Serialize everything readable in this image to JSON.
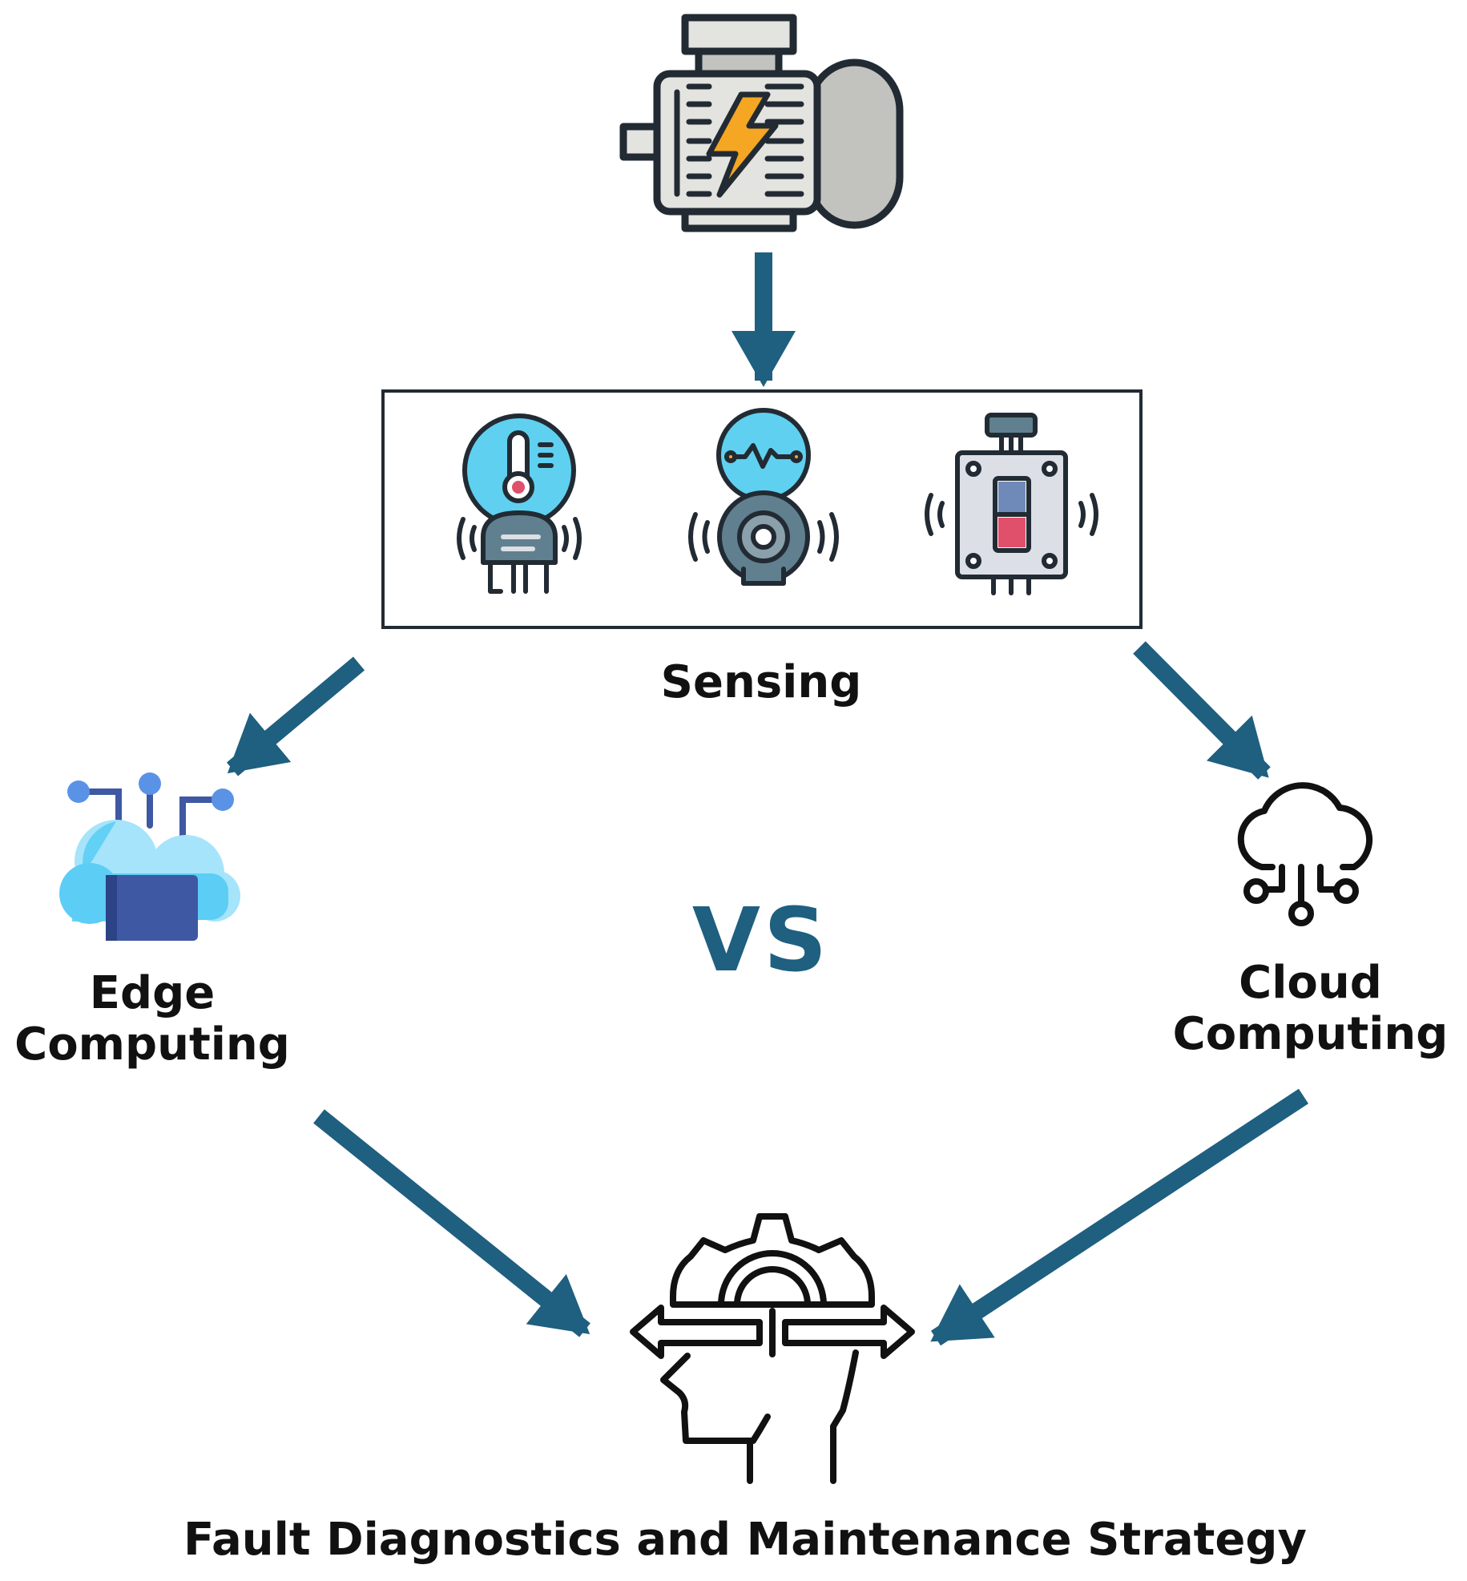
{
  "diagram": {
    "nodes": {
      "motor": {
        "icon": "electric-motor-icon"
      },
      "sensing": {
        "label": "Sensing",
        "icons": [
          "temperature-sensor-icon",
          "vibration-sensor-icon",
          "current-switch-sensor-icon"
        ]
      },
      "edge": {
        "label_line1": "Edge",
        "label_line2": "Computing",
        "icon": "edge-computing-icon"
      },
      "cloud": {
        "label_line1": "Cloud",
        "label_line2": "Computing",
        "icon": "cloud-computing-icon"
      },
      "versus": {
        "label": "VS"
      },
      "fault": {
        "label": "Fault Diagnostics and Maintenance Strategy",
        "icon": "head-gear-icon"
      }
    },
    "edges": [
      {
        "from": "motor",
        "to": "sensing"
      },
      {
        "from": "sensing",
        "to": "edge"
      },
      {
        "from": "sensing",
        "to": "cloud"
      },
      {
        "from": "edge",
        "to": "fault"
      },
      {
        "from": "cloud",
        "to": "fault"
      }
    ],
    "colors": {
      "arrow": "#1f5f80",
      "outline": "#222b33",
      "vs_text": "#1f5f80",
      "motor_body": "#e3e3e0",
      "motor_cap": "#c2c2bf",
      "bolt": "#f5a623",
      "sensor_bulb": "#5fd0f0",
      "sensor_body": "#61808f",
      "switch_panel": "#dcdfe5",
      "switch_top": "#6f8ab8",
      "switch_bottom": "#e0506a",
      "edge_cloud_light": "#a6e4fb",
      "edge_cloud": "#5ccdf5",
      "edge_panel": "#3f58a3",
      "edge_node": "#5a93e6"
    }
  }
}
